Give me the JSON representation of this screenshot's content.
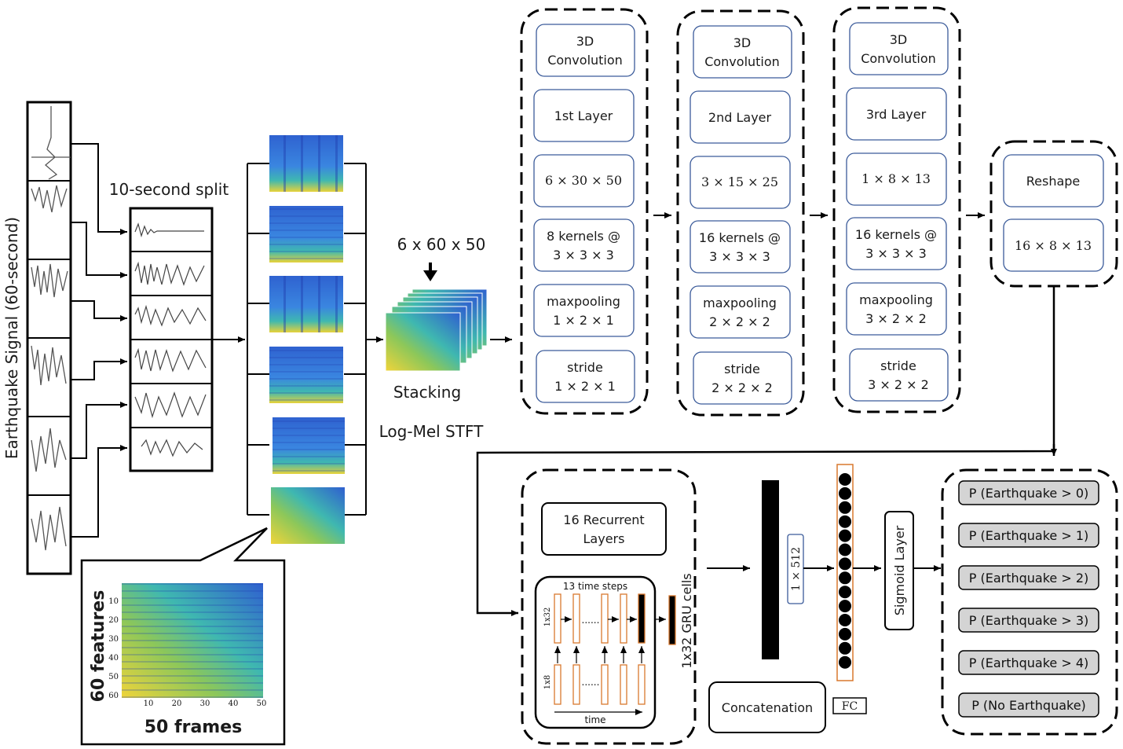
{
  "input": {
    "signal_label": "Earthquake Signal (60-second)",
    "split_label": "10-second split",
    "stack_dims": "6 x 60 x 50",
    "stacking_label": "Stacking",
    "stft_label": "Log-Mel STFT",
    "features_label": "60 features",
    "frames_label": "50 frames",
    "axis_y_ticks": [
      "10",
      "20",
      "30",
      "40",
      "50",
      "60"
    ],
    "axis_x_ticks": [
      "10",
      "20",
      "30",
      "40",
      "50"
    ]
  },
  "conv_blocks": [
    {
      "title_line1": "3D",
      "title_line2": "Convolution",
      "layer": "1st Layer",
      "output": "6 × 30 × 50",
      "kernels_line1": "8 kernels @",
      "kernels_line2": "3 × 3 × 3",
      "pool_line1": "maxpooling",
      "pool_line2": "1 × 2 × 1",
      "stride_line1": "stride",
      "stride_line2": "1 × 2 × 1"
    },
    {
      "title_line1": "3D",
      "title_line2": "Convolution",
      "layer": "2nd Layer",
      "output": "3 × 15 × 25",
      "kernels_line1": "16 kernels @",
      "kernels_line2": "3 × 3 × 3",
      "pool_line1": "maxpooling",
      "pool_line2": "2 × 2 × 2",
      "stride_line1": "stride",
      "stride_line2": "2 × 2 × 2"
    },
    {
      "title_line1": "3D",
      "title_line2": "Convolution",
      "layer": "3rd Layer",
      "output": "1 × 8 × 13",
      "kernels_line1": "16 kernels @",
      "kernels_line2": "3 × 3 × 3",
      "pool_line1": "maxpooling",
      "pool_line2": "3 × 2 × 2",
      "stride_line1": "stride",
      "stride_line2": "3 × 2 × 2"
    }
  ],
  "reshape": {
    "title": "Reshape",
    "dims": "16 × 8 × 13"
  },
  "recurrent": {
    "title_line1": "16 Recurrent",
    "title_line2": "Layers",
    "time_steps": "13 time steps",
    "hidden_dim": "1x32",
    "input_dim": "1x8",
    "time_label": "time",
    "dots": "......",
    "gru_label": "1x32 GRU cells"
  },
  "concat": {
    "label": "Concatenation",
    "dims": "1 × 512"
  },
  "fc": {
    "label": "FC"
  },
  "sigmoid": {
    "label": "Sigmoid Layer"
  },
  "outputs": [
    "P (Earthquake > 0)",
    "P (Earthquake > 1)",
    "P (Earthquake > 2)",
    "P (Earthquake > 3)",
    "P (Earthquake > 4)",
    "P (No Earthquake)"
  ],
  "colors": {
    "box_border": "#3b5b9a",
    "neuron_border": "#d9782e",
    "spectrogram_blue": "#2f6fd6",
    "spectrogram_yellow": "#f2d33a",
    "spectrogram_teal": "#3fb8b0",
    "output_fill": "#d4d4d4"
  }
}
